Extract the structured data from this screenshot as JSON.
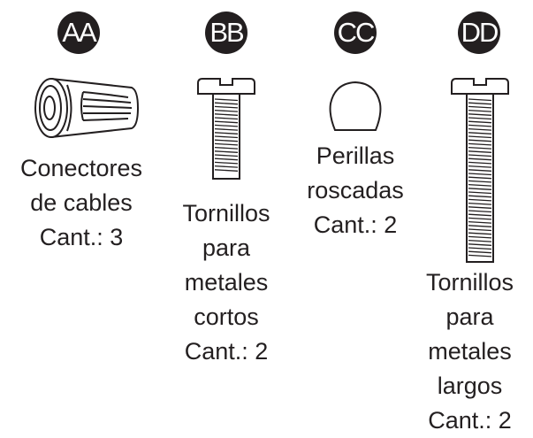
{
  "parts": [
    {
      "badge": "AA",
      "icon": "wire-connector-icon",
      "name_lines": [
        "Conectores",
        "de cables"
      ],
      "quantity": "Cant.: 3"
    },
    {
      "badge": "BB",
      "icon": "short-machine-screw-icon",
      "name_lines": [
        "Tornillos",
        "para",
        "metales",
        "cortos"
      ],
      "quantity": "Cant.: 2"
    },
    {
      "badge": "CC",
      "icon": "threaded-knob-icon",
      "name_lines": [
        "Perillas",
        "roscadas"
      ],
      "quantity": "Cant.: 2"
    },
    {
      "badge": "DD",
      "icon": "long-machine-screw-icon",
      "name_lines": [
        "Tornillos",
        "para",
        "metales",
        "largos"
      ],
      "quantity": "Cant.: 2"
    }
  ],
  "colors": {
    "ink": "#231f20",
    "background": "#ffffff"
  }
}
